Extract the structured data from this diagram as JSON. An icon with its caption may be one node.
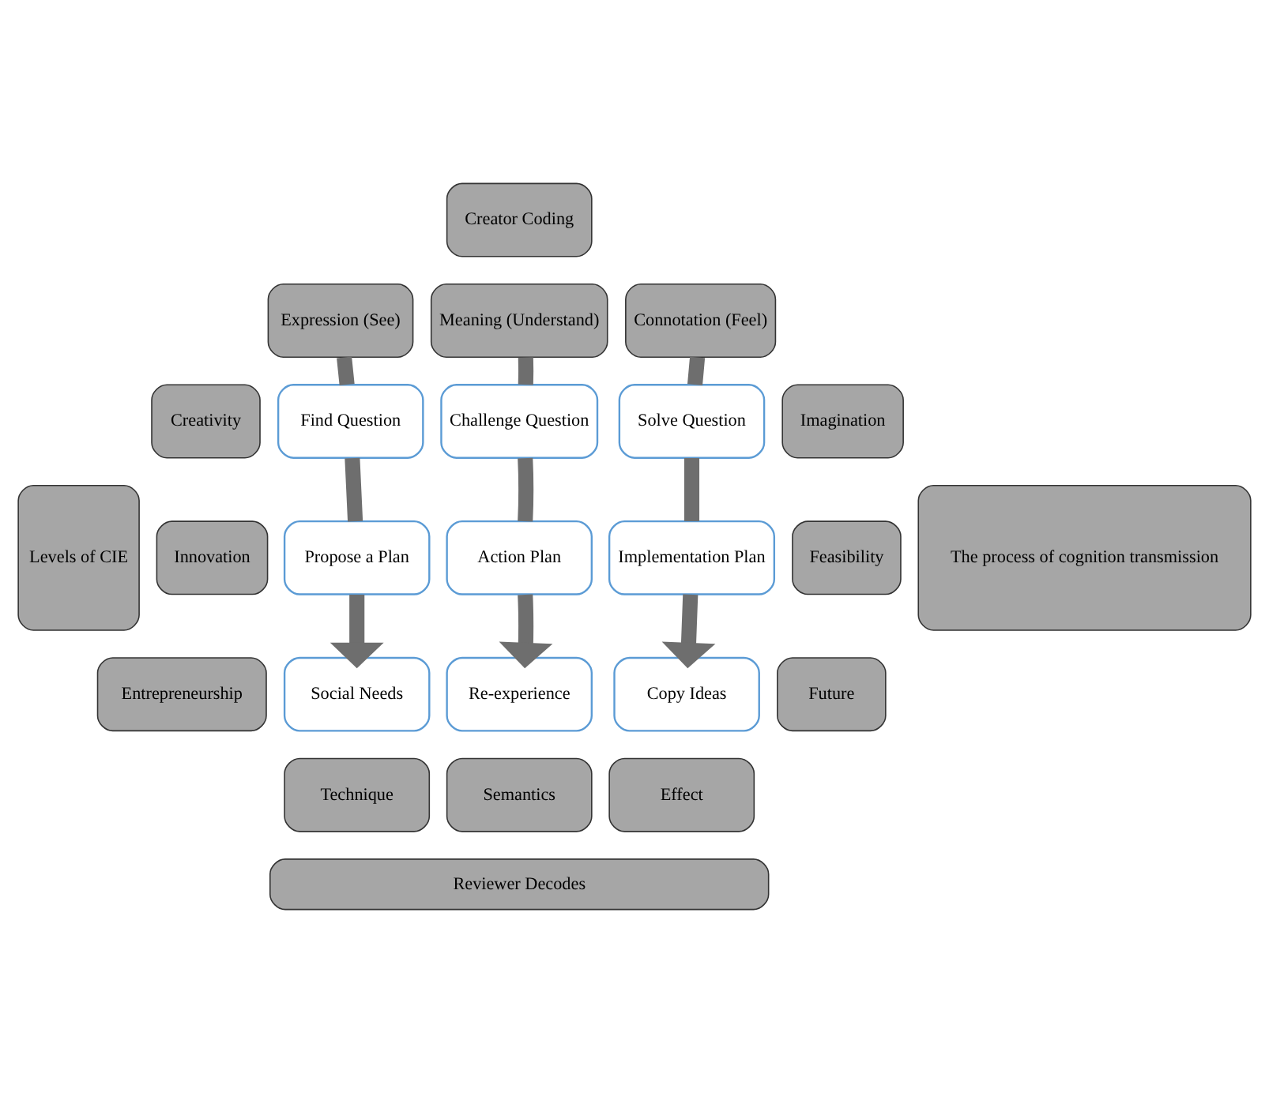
{
  "diagram": {
    "nodes": [
      {
        "text": [
          "Creator Coding"
        ]
      },
      {
        "text": [
          "Levels of CIE"
        ]
      },
      {
        "text": [
          "Expression (See)"
        ]
      },
      {
        "text": [
          "Meaning (Understand)"
        ]
      },
      {
        "text": [
          "Connotation (Feel)"
        ]
      },
      {
        "text": [
          "The process of cognition transmission"
        ]
      },
      {
        "text": [
          "Creativity"
        ]
      },
      {
        "text": [
          "Find Question"
        ]
      },
      {
        "text": [
          "Challenge Question"
        ]
      },
      {
        "text": [
          "Solve Question"
        ]
      },
      {
        "text": [
          "Imagination"
        ]
      },
      {
        "text": [
          "Innovation"
        ]
      },
      {
        "text": [
          "Propose a Plan"
        ]
      },
      {
        "text": [
          "Action Plan"
        ]
      },
      {
        "text": [
          "Implementation Plan"
        ]
      },
      {
        "text": [
          "Feasibility"
        ]
      },
      {
        "text": [
          "Entrepreneurship"
        ]
      },
      {
        "text": [
          "Social Needs"
        ]
      },
      {
        "text": [
          "Re-experience"
        ]
      },
      {
        "text": [
          "Copy Ideas"
        ]
      },
      {
        "text": [
          "Future"
        ]
      },
      {
        "text": [
          "Technique"
        ]
      },
      {
        "text": [
          "Semantics"
        ]
      },
      {
        "text": [
          "Effect"
        ]
      },
      {
        "text": [
          "Reviewer Decodes"
        ]
      }
    ],
    "edges": [
      {
        "from": 2,
        "to": 7,
        "arrow": "none"
      },
      {
        "from": 7,
        "to": 12,
        "arrow": "none"
      },
      {
        "from": 12,
        "to": 17,
        "arrow": "to"
      },
      {
        "from": 3,
        "to": 8,
        "arrow": "none"
      },
      {
        "from": 8,
        "to": 13,
        "arrow": "none"
      },
      {
        "from": 13,
        "to": 18,
        "arrow": "to"
      },
      {
        "from": 4,
        "to": 9,
        "arrow": "none"
      },
      {
        "from": 9,
        "to": 14,
        "arrow": "none"
      },
      {
        "from": 14,
        "to": 19,
        "arrow": "to"
      }
    ]
  }
}
